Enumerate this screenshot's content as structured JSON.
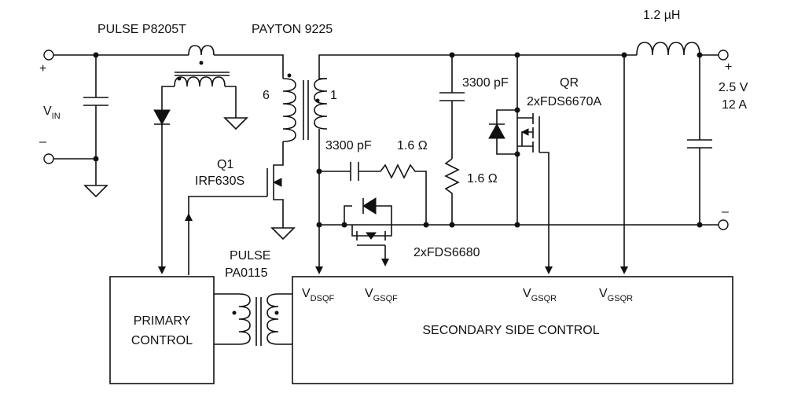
{
  "labels": {
    "pulse_transformer": "PULSE P8205T",
    "payton": "PAYTON 9225",
    "inductor": "1.2 µH",
    "vin_main": "V",
    "vin_sub": "IN",
    "plus_in": "+",
    "minus_in": "–",
    "plus_out": "+",
    "minus_out": "–",
    "vout": "2.5 V",
    "iout": "12 A",
    "pin6": "6",
    "pin1": "1",
    "q1_name": "Q1",
    "q1_part": "IRF630S",
    "cap_snub1": "3300 pF",
    "res_snub1": "1.6 Ω",
    "cap_snub2": "3300 pF",
    "res_snub2": "1.6 Ω",
    "qr_name": "QR",
    "qr_part": "2xFDS6670A",
    "qf_part": "2xFDS6680",
    "pulse2_a": "PULSE",
    "pulse2_b": "PA0115",
    "primary_1": "PRIMARY",
    "primary_2": "CONTROL",
    "secondary": "SECONDARY SIDE CONTROL",
    "v_dsqf_main": "V",
    "v_dsqf_sub": "DSQF",
    "v_gsqf_main": "V",
    "v_gsqf_sub": "GSQF",
    "v_gsqr1_main": "V",
    "v_gsqr1_sub": "GSQR",
    "v_gsqr2_main": "V",
    "v_gsqr2_sub": "GSQR"
  }
}
